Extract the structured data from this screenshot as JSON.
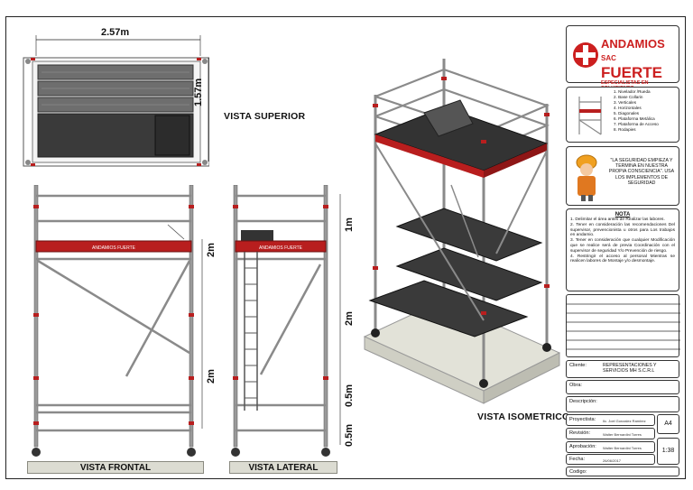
{
  "dimensions": {
    "top_width": "2.57m",
    "top_depth": "1.57m",
    "height_1": "2m",
    "height_2": "2m",
    "lateral_1m": "1m",
    "lateral_2m": "2m",
    "lateral_05a": "0.5m",
    "lateral_05b": "0.5m"
  },
  "views": {
    "superior": "VISTA SUPERIOR",
    "frontal": "VISTA FRONTAL",
    "lateral": "VISTA LATERAL",
    "isometrico": "VISTA ISOMETRICO"
  },
  "platform_brand": "ANDAMIOS FUERTE",
  "logo": {
    "line1": "ANDAMIOS",
    "line2": "FUERTE",
    "suffix": "SAC",
    "tagline": "ESPECIALISTAS EN SOLUCIONES"
  },
  "parts_list": [
    "1. Nivelador /Rueda",
    "2. Base Collarin",
    "3. Verticales",
    "4. Horizontales",
    "5. Diagonales",
    "6. Plataforma Metálica",
    "7. Plataforma de Acceso",
    "8. Rodapies"
  ],
  "safety": {
    "text": "\"LA SEGURIDAD EMPIEZA Y TERMINA EN NUESTRA PROPIA CONSCIENCIA\". USA LOS IMPLEMENTOS DE SEGURIDAD"
  },
  "notes": {
    "title": "NOTA",
    "items": [
      "1. Delimitar el área antes de Realizar las labores.",
      "2. Tener en consideración las recomendaciones Del supervisor, prevencionista u otros para Los trabajos en andamio.",
      "3. Tener en consideración que cualquier Modificación que se realice será de previa Coordinación con el supervisor de seguridad Y/o Prevención de riesgo.",
      "4. Restringir el acceso al personal Mientras se realicen labores de Montaje y/o desmontaje."
    ]
  },
  "title_block": {
    "cliente_label": "Cliente:",
    "cliente_value": "REPRESENTACIONES Y SERVICIOS MH S.C.R.L",
    "obra_label": "Obra:",
    "descripcion_label": "Descripción:",
    "proyectista_label": "Proyectista:",
    "proyectista_value": "Ilc. Joel Gonzalez Ramirez",
    "revision_label": "Revisión:",
    "revision_value": "Walter Bernardini Torres",
    "aprobacion_label": "Aprobación:",
    "aprobacion_value": "Walter Bernardini Torres",
    "fecha_label": "Fecha:",
    "fecha_value": "26/06/2017",
    "codigo_label": "Codigo:",
    "sheet_size": "A4",
    "scale": "1:38"
  },
  "colors": {
    "accent_red": "#b81e1e",
    "frame_gray": "#7a7a7a",
    "base_gray": "#dcdcd2"
  }
}
